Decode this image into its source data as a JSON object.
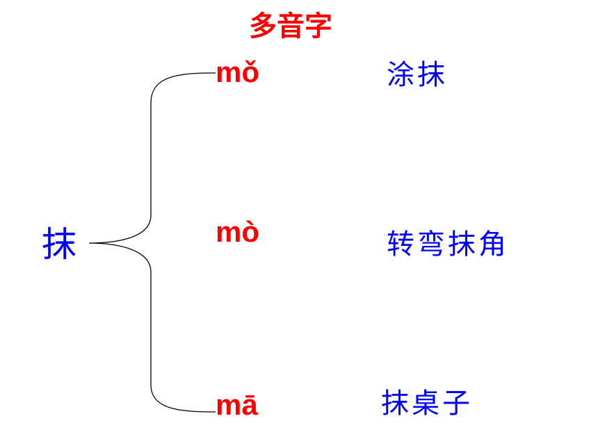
{
  "title": {
    "text": "多音字",
    "color": "#ff0000"
  },
  "character": {
    "text": "抹",
    "color": "#0000ff"
  },
  "readings": [
    {
      "pinyin": "mǒ",
      "example": "涂抹"
    },
    {
      "pinyin": "mò",
      "example": "转弯抹角"
    },
    {
      "pinyin": "mā",
      "example": "抹桌子"
    }
  ],
  "colors": {
    "pinyin": "#ff0000",
    "example": "#0000ff",
    "brace": "#000000"
  },
  "icons": {
    "brace": "curly-brace-icon"
  }
}
